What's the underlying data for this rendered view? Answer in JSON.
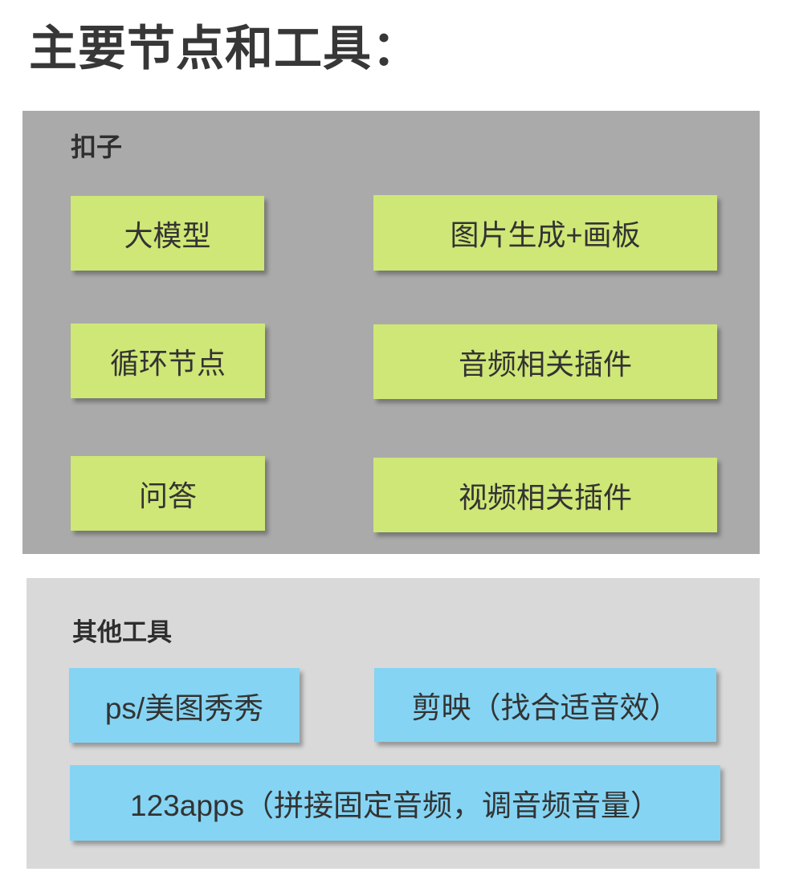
{
  "title": "主要节点和工具：",
  "colors": {
    "panel_dark": "#aaaaaa",
    "panel_light": "#d9d9d9",
    "node_green": "#cfe776",
    "node_blue": "#85d4f3",
    "title_text": "#373737",
    "node_text": "#333333"
  },
  "sections": [
    {
      "id": "coze",
      "label": "扣子",
      "nodes": [
        {
          "label": "大模型"
        },
        {
          "label": "图片生成+画板"
        },
        {
          "label": "循环节点"
        },
        {
          "label": "音频相关插件"
        },
        {
          "label": "问答"
        },
        {
          "label": "视频相关插件"
        }
      ]
    },
    {
      "id": "other-tools",
      "label": "其他工具",
      "nodes": [
        {
          "label": "ps/美图秀秀"
        },
        {
          "label": "剪映（找合适音效）"
        },
        {
          "label": "123apps（拼接固定音频，调音频音量）"
        }
      ]
    }
  ]
}
